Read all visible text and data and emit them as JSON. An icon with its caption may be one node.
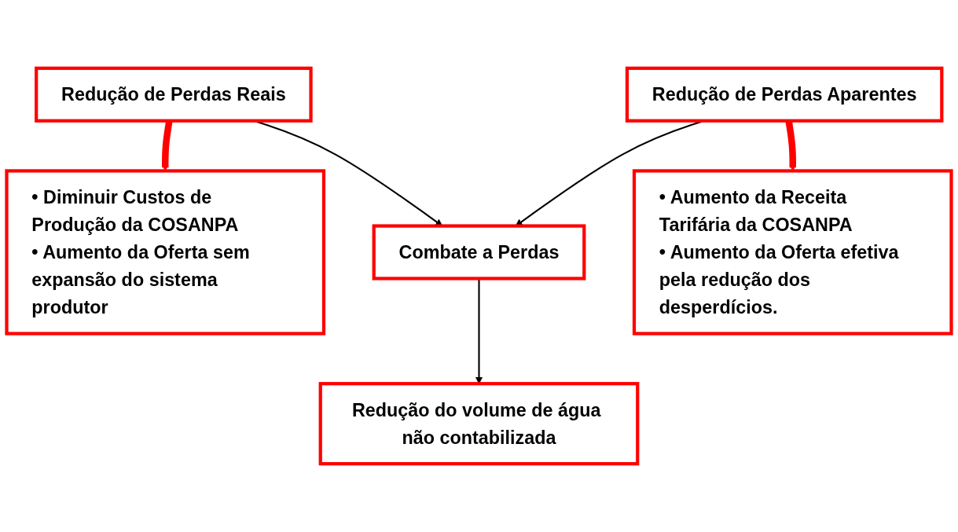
{
  "diagram": {
    "nodes": [
      {
        "text": [
          "Redução de Perdas Reais"
        ]
      },
      {
        "text": [
          "• Diminuir Custos de Produção da COSANPA",
          "• Aumento da Oferta sem expansão do sistema produtor"
        ]
      },
      {
        "text": [
          "Redução do volume de água não contabilizada"
        ]
      },
      {
        "text": [
          "Combate a Perdas"
        ]
      },
      {
        "text": [
          "Redução de Perdas Aparentes"
        ]
      },
      {
        "text": [
          "• Aumento da Receita Tarifária da COSANPA",
          "• Aumento da Oferta efetiva pela redução dos desperdícios."
        ]
      }
    ],
    "edges": [
      {
        "from": 0,
        "to": 1,
        "arrow": "to",
        "style": "thick",
        "color": "#ff0000"
      },
      {
        "from": 0,
        "to": 3,
        "arrow": "to"
      },
      {
        "from": 3,
        "to": 2,
        "arrow": "to"
      },
      {
        "from": 4,
        "to": 3,
        "arrow": "to"
      },
      {
        "from": 4,
        "to": 5,
        "arrow": "to",
        "style": "thick",
        "color": "#ff0000"
      }
    ]
  }
}
